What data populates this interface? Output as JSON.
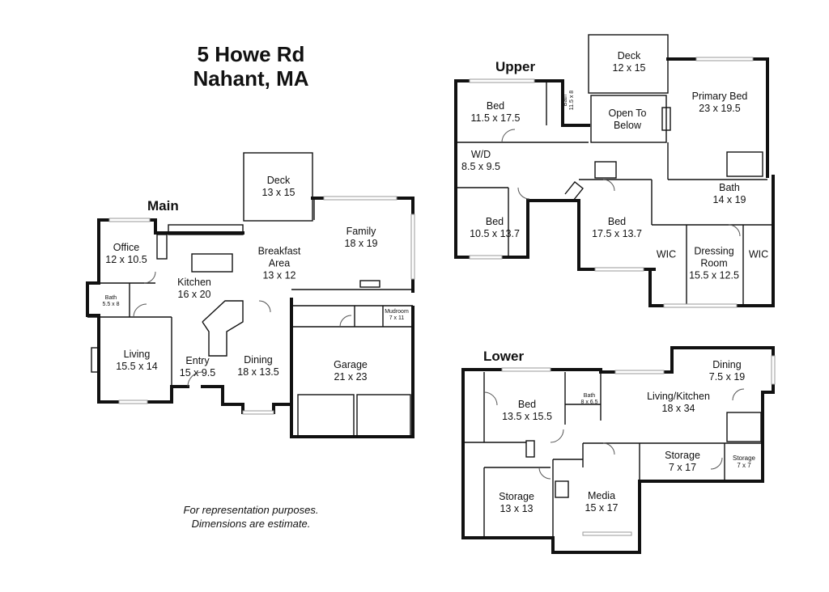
{
  "address": {
    "line1": "5 Howe Rd",
    "line2": "Nahant, MA"
  },
  "floors": {
    "main": {
      "label": "Main",
      "rooms": {
        "deck": {
          "name": "Deck",
          "dims": "13 x 15"
        },
        "family": {
          "name": "Family",
          "dims": "18 x 19"
        },
        "office": {
          "name": "Office",
          "dims": "12 x 10.5"
        },
        "breakfast": {
          "name": "Breakfast",
          "name2": "Area",
          "dims": "13 x 12"
        },
        "kitchen": {
          "name": "Kitchen",
          "dims": "16 x 20"
        },
        "bath": {
          "name": "Bath",
          "dims": "5.5 x 8"
        },
        "mudroom": {
          "name": "Mudroom",
          "dims": "7 x 11"
        },
        "living": {
          "name": "Living",
          "dims": "15.5 x 14"
        },
        "entry": {
          "name": "Entry",
          "dims": "15 x 9.5"
        },
        "dining": {
          "name": "Dining",
          "dims": "18 x 13.5"
        },
        "garage": {
          "name": "Garage",
          "dims": "21 x 23"
        }
      }
    },
    "upper": {
      "label": "Upper",
      "rooms": {
        "deck": {
          "name": "Deck",
          "dims": "12 x 15"
        },
        "primary_bed": {
          "name": "Primary Bed",
          "dims": "23 x 19.5"
        },
        "bed1": {
          "name": "Bed",
          "dims": "11.5 x 17.5"
        },
        "bath_small": {
          "name": "Bath",
          "dims": "11.5 x 8"
        },
        "open_to_below": {
          "name": "Open To",
          "name2": "Below"
        },
        "wd": {
          "name": "W/D",
          "dims": "8.5 x 9.5"
        },
        "bath_primary": {
          "name": "Bath",
          "dims": "14 x 19"
        },
        "bed2": {
          "name": "Bed",
          "dims": "10.5 x 13.7"
        },
        "bed3": {
          "name": "Bed",
          "dims": "17.5 x 13.7"
        },
        "wic1": {
          "name": "WIC"
        },
        "dressing": {
          "name": "Dressing",
          "name2": "Room",
          "dims": "15.5 x 12.5"
        },
        "wic2": {
          "name": "WIC"
        }
      }
    },
    "lower": {
      "label": "Lower",
      "rooms": {
        "dining": {
          "name": "Dining",
          "dims": "7.5 x 19"
        },
        "bed": {
          "name": "Bed",
          "dims": "13.5 x 15.5"
        },
        "bath": {
          "name": "Bath",
          "dims": "8 x 6.5"
        },
        "living_kitchen": {
          "name": "Living/Kitchen",
          "dims": "18 x 34"
        },
        "storage1": {
          "name": "Storage",
          "dims": "7 x 17"
        },
        "storage2": {
          "name": "Storage",
          "dims": "7 x 7"
        },
        "storage3": {
          "name": "Storage",
          "dims": "13 x 13"
        },
        "media": {
          "name": "Media",
          "dims": "15 x 17"
        }
      }
    }
  },
  "disclaimer": {
    "line1": "For representation purposes.",
    "line2": "Dimensions are estimate."
  }
}
